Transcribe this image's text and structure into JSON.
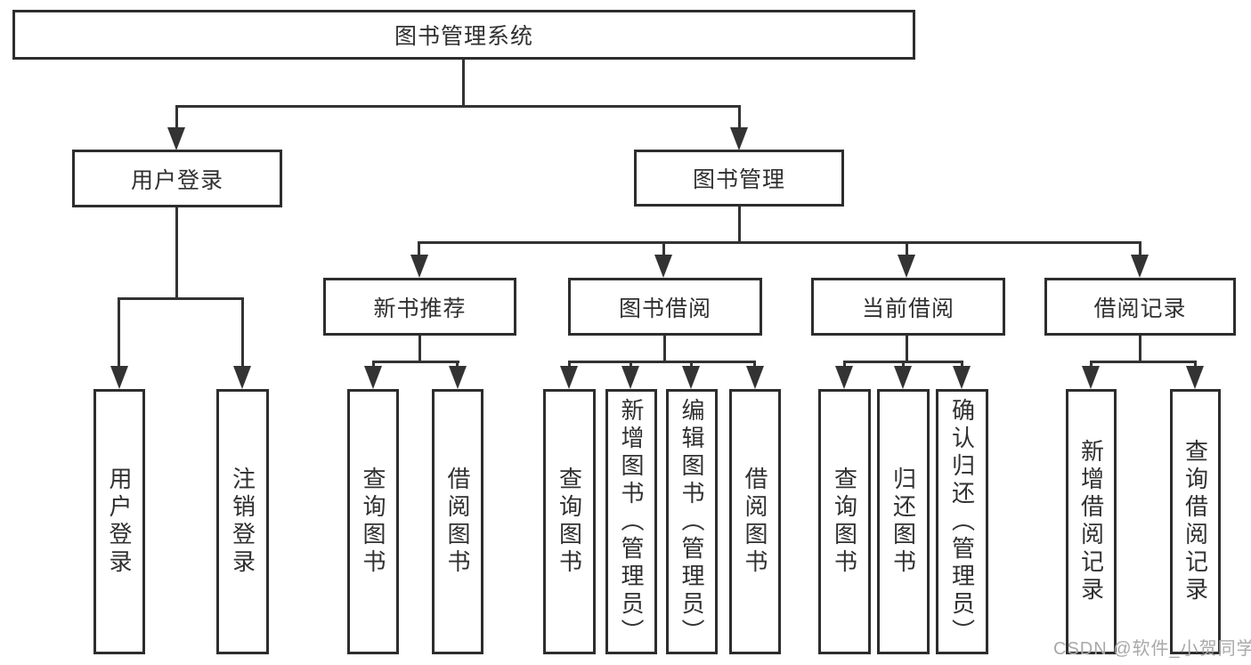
{
  "colors": {
    "background": "#ffffff",
    "box_border": "#2d2d2d",
    "connector_line": "#333333",
    "text": "#303030",
    "watermark": "#a9a9a9"
  },
  "watermark": "CSDN @软件_小贺同学",
  "tree": {
    "label": "图书管理系统",
    "children": [
      {
        "label": "用户登录",
        "children": [
          {
            "label": "用户登录"
          },
          {
            "label": "注销登录"
          }
        ]
      },
      {
        "label": "图书管理",
        "children": [
          {
            "label": "新书推荐",
            "children": [
              {
                "label": "查询图书"
              },
              {
                "label": "借阅图书"
              }
            ]
          },
          {
            "label": "图书借阅",
            "children": [
              {
                "label": "查询图书"
              },
              {
                "label": "新增图书（管理员）"
              },
              {
                "label": "编辑图书（管理员）"
              },
              {
                "label": "借阅图书"
              }
            ]
          },
          {
            "label": "当前借阅",
            "children": [
              {
                "label": "查询图书"
              },
              {
                "label": "归还图书"
              },
              {
                "label": "确认归还（管理员）"
              }
            ]
          },
          {
            "label": "借阅记录",
            "children": [
              {
                "label": "新增借阅记录"
              },
              {
                "label": "查询借阅记录"
              }
            ]
          }
        ]
      }
    ]
  }
}
